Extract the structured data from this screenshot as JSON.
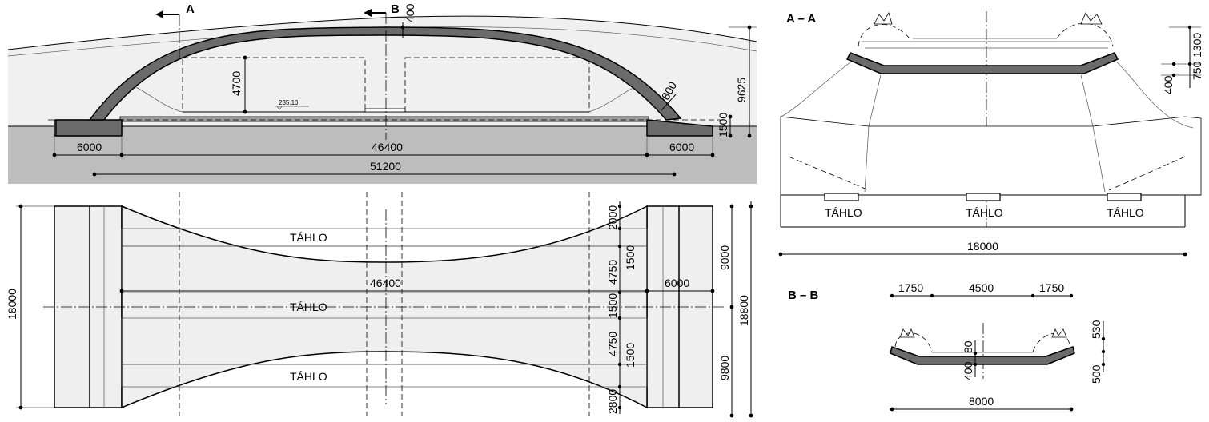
{
  "elevation": {
    "section_a_marker": "A",
    "section_b_marker": "B",
    "dims": {
      "top": "400",
      "rise": "4700",
      "level": "235.10",
      "arch": "800",
      "height": "9625",
      "footing": "1500",
      "left": "6000",
      "span": "46400",
      "right": "6000",
      "total": "51200"
    }
  },
  "plan": {
    "tie_label": "TÁHLO",
    "dims": {
      "width": "18000",
      "span": "46400",
      "abut": "6000",
      "r1": "2000",
      "r2": "4750",
      "r3": "1500",
      "r4": "1500",
      "r5": "4750",
      "r6": "1500",
      "r7": "2800",
      "half_top": "9000",
      "total": "18800",
      "half_bot": "9800"
    }
  },
  "section_aa": {
    "title": "A – A",
    "tie_label": "TÁHLO",
    "dims": {
      "width": "18000",
      "d1300": "1300",
      "d750": "750",
      "d400": "400"
    }
  },
  "section_bb": {
    "title": "B – B",
    "dims": {
      "left": "1750",
      "middle": "4500",
      "right": "1750",
      "width": "8000",
      "d530": "530",
      "d500": "500",
      "d80": "80",
      "d400": "400"
    }
  }
}
